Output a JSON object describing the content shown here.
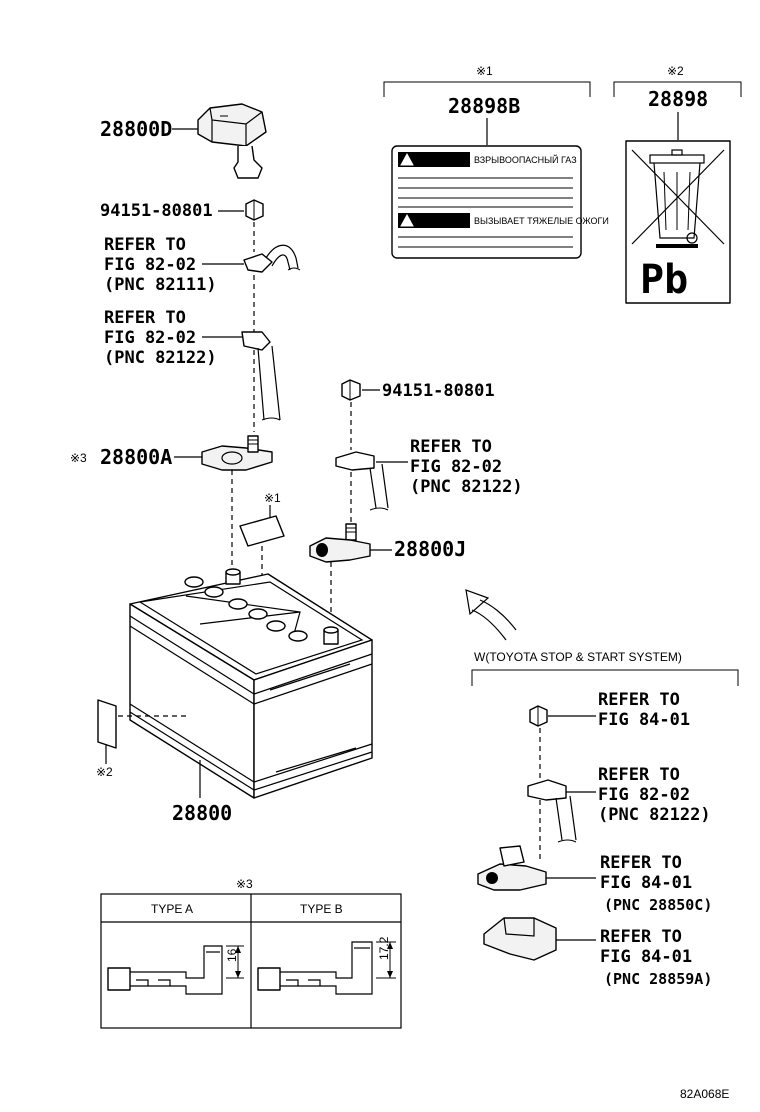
{
  "labels": {
    "cover_pn": "28800D",
    "nut_pn_1": "94151-80801",
    "nut_pn_2": "94151-80801",
    "refer_1": [
      "REFER TO",
      "FIG 82-02",
      "(PNC 82111)"
    ],
    "refer_2": [
      "REFER TO",
      "FIG 82-02",
      "(PNC 82122)"
    ],
    "refer_3": [
      "REFER TO",
      "FIG 82-02",
      "(PNC 82122)"
    ],
    "mark3_symbol": "※3",
    "clamp_a_pn": "28800A",
    "clamp_j_pn": "28800J",
    "mark1_small": "※1",
    "mark2_small": "※2",
    "battery_pn": "28800",
    "figure_code": "82A068E"
  },
  "label_plate": {
    "bracket_mark": "※1",
    "pn": "28898B",
    "warning_1": "ВЗРЫВООПАСНЫЙ ГАЗ",
    "warning_2": "ВЫЗЫВАЕТ ТЯЖЕЛЫЕ ОЖОГИ"
  },
  "recycle_plate": {
    "bracket_mark": "※2",
    "pn": "28898",
    "symbol_text": "Pb"
  },
  "stop_start": {
    "heading": "W(TOYOTA STOP & START SYSTEM)",
    "refer_a": [
      "REFER TO",
      "FIG 84-01"
    ],
    "refer_b": [
      "REFER TO",
      "FIG 82-02",
      "(PNC 82122)"
    ],
    "refer_c": [
      "REFER TO",
      "FIG 84-01",
      "(PNC 28850C)"
    ],
    "refer_d": [
      "REFER TO",
      "FIG 84-01",
      "(PNC 28859A)"
    ]
  },
  "type_table": {
    "mark": "※3",
    "type_a": "TYPE A",
    "type_b": "TYPE B",
    "dim_a": "16",
    "dim_b": "17.2"
  }
}
